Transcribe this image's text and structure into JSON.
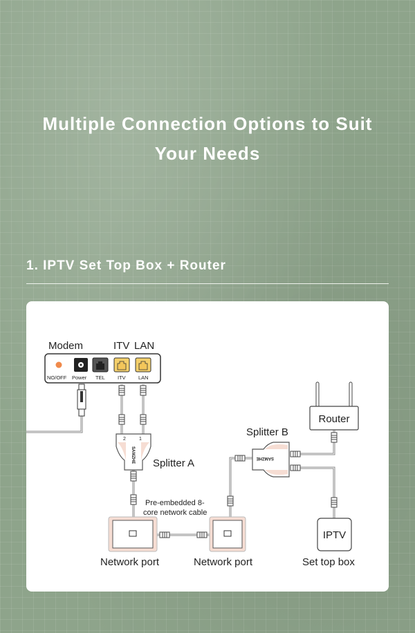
{
  "header": {
    "title_line1": "Multiple Connection Options to Suit",
    "title_line2": "Your Needs"
  },
  "section": {
    "heading": "1. IPTV Set Top Box + Router"
  },
  "diagram": {
    "modem": {
      "title": "Modem",
      "itv_label": "ITV",
      "lan_label": "LAN",
      "ports": {
        "onoff": "NO/OFF",
        "power": "Power",
        "tel": "TEL",
        "itv": "ITV",
        "lan": "LAN"
      }
    },
    "splitter_a": "Splitter A",
    "splitter_b": "Splitter B",
    "splitter_brand": "SAMZHE",
    "port_numbers": [
      "2",
      "1"
    ],
    "cable_note_line1": "Pre-embedded 8-",
    "cable_note_line2": "core network cable",
    "network_port_1": "Network port",
    "network_port_2": "Network port",
    "router": "Router",
    "iptv": "IPTV",
    "set_top_box": "Set top box",
    "colors": {
      "port_yellow": "#f5d06b",
      "led_orange": "#f08a4b",
      "accent_pink": "#f6ddd3"
    }
  }
}
